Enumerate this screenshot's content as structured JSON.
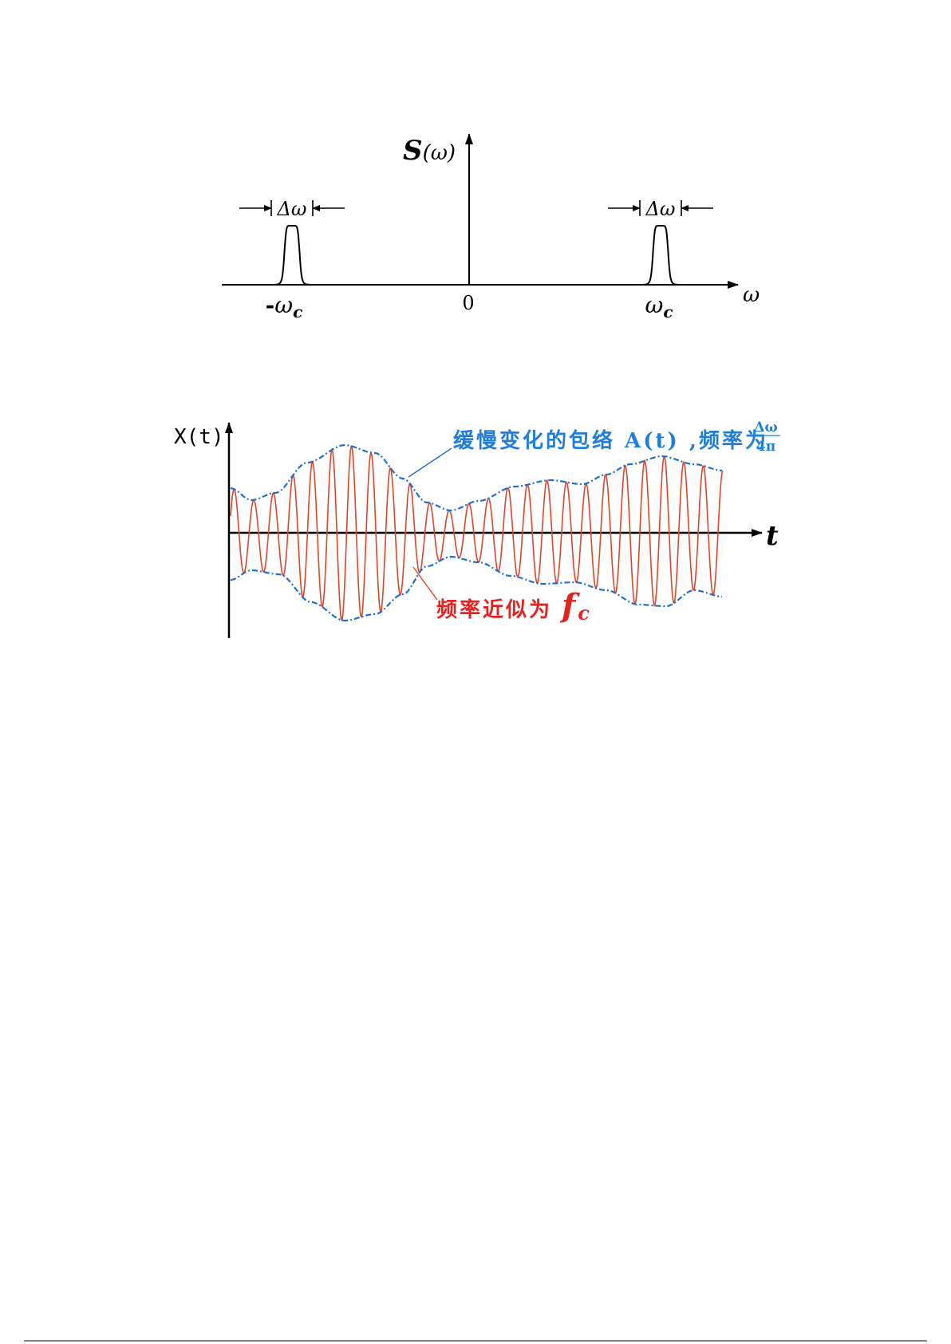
{
  "spectrum": {
    "y_label_main": "S",
    "y_label_arg": "(ω)",
    "x_label": "ω",
    "origin_label": "0",
    "neg_peak_prefix": "-",
    "peak_symbol": "ω",
    "peak_subscript": "c",
    "bandwidth_label": "Δω",
    "peak_positions": [
      -1,
      1
    ]
  },
  "waveform": {
    "y_label": "X(t)",
    "x_label": "t",
    "envelope_caption": "缓慢变化的包络 A(t) ,频率为",
    "envelope_frac_num": "Δω",
    "envelope_frac_den": "4π",
    "carrier_caption": "频率近似为",
    "carrier_symbol": "f",
    "carrier_subscript": "c"
  },
  "colors": {
    "axis": "#000000",
    "envelope": "#1f6fd0",
    "carrier": "#e0442a",
    "envelope_text": "#1f7fd8",
    "carrier_text": "#e52222"
  }
}
